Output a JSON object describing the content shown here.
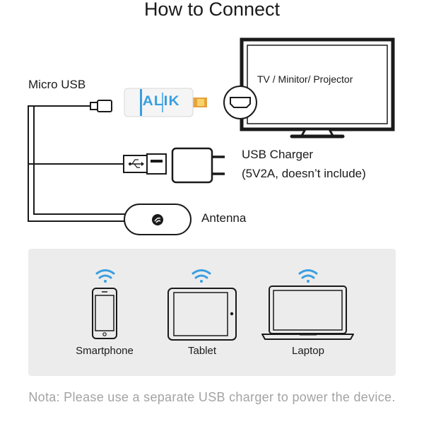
{
  "title": "How to Connect",
  "labels": {
    "micro_usb": "Micro USB",
    "tv": "TV / Minitor/ Projector",
    "usb_charger_line1": "USB Charger",
    "usb_charger_line2": "(5V2A, doesn’t include)",
    "antenna": "Antenna"
  },
  "dongle_brand": "ALIK",
  "devices": [
    {
      "label": "Smartphone",
      "icon": "smartphone-icon"
    },
    {
      "label": "Tablet",
      "icon": "tablet-icon"
    },
    {
      "label": "Laptop",
      "icon": "laptop-icon"
    }
  ],
  "note": "Nota: Please use a separate USB charger to power the device.",
  "colors": {
    "wifi": "#3a9ee0",
    "accent": "#3a9ee0",
    "panel": "#ececec",
    "note_text": "#a3a3a3"
  }
}
